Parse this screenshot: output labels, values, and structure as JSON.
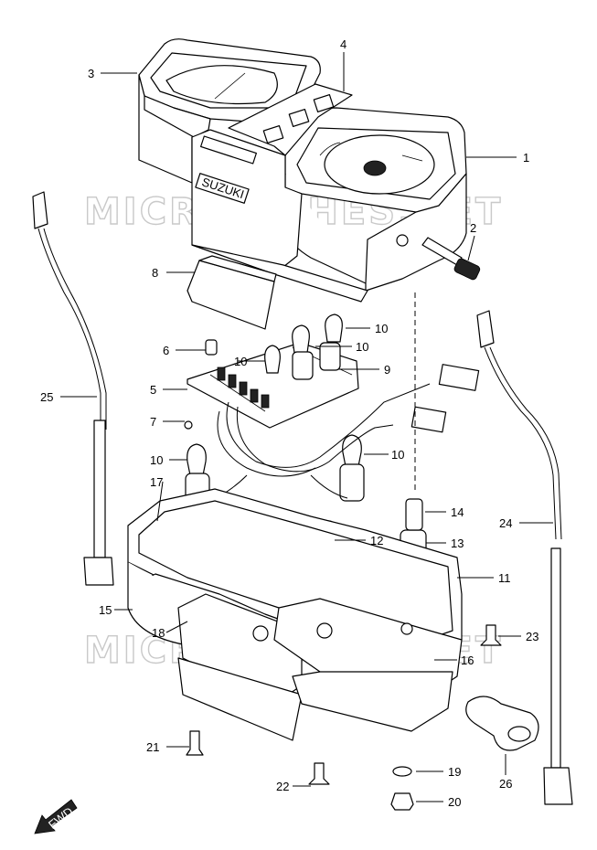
{
  "watermark": {
    "text_top": "MICROFICHES.NET",
    "text_bottom": "MICROFICHES.NET"
  },
  "diagram": {
    "callouts": [
      {
        "id": "c1",
        "label": "1"
      },
      {
        "id": "c2",
        "label": "2"
      },
      {
        "id": "c3",
        "label": "3"
      },
      {
        "id": "c4",
        "label": "4"
      },
      {
        "id": "c5",
        "label": "5"
      },
      {
        "id": "c6",
        "label": "6"
      },
      {
        "id": "c7",
        "label": "7"
      },
      {
        "id": "c8",
        "label": "8"
      },
      {
        "id": "c9",
        "label": "9"
      },
      {
        "id": "c10a",
        "label": "10"
      },
      {
        "id": "c10b",
        "label": "10"
      },
      {
        "id": "c10c",
        "label": "10"
      },
      {
        "id": "c10d",
        "label": "10"
      },
      {
        "id": "c10e",
        "label": "10"
      },
      {
        "id": "c11",
        "label": "11"
      },
      {
        "id": "c12",
        "label": "12"
      },
      {
        "id": "c13",
        "label": "13"
      },
      {
        "id": "c14",
        "label": "14"
      },
      {
        "id": "c15",
        "label": "15"
      },
      {
        "id": "c16",
        "label": "16"
      },
      {
        "id": "c17",
        "label": "17"
      },
      {
        "id": "c18",
        "label": "18"
      },
      {
        "id": "c19",
        "label": "19"
      },
      {
        "id": "c20",
        "label": "20"
      },
      {
        "id": "c21",
        "label": "21"
      },
      {
        "id": "c22",
        "label": "22"
      },
      {
        "id": "c23",
        "label": "23"
      },
      {
        "id": "c24",
        "label": "24"
      },
      {
        "id": "c25",
        "label": "25"
      },
      {
        "id": "c26",
        "label": "26"
      }
    ],
    "panel_label": "SUZUKI",
    "fwd_label": "FWD"
  }
}
